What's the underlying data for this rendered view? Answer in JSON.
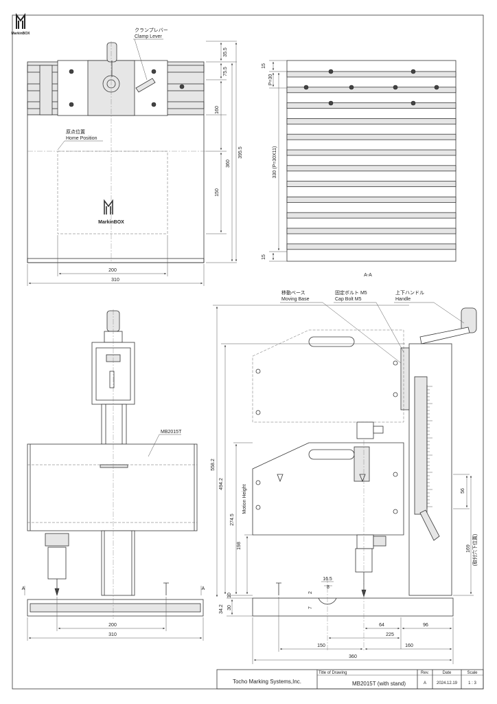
{
  "logo": {
    "brand": "MarkinBOX"
  },
  "top_view": {
    "clamp_lever_jp": "クランプレバー",
    "clamp_lever_en": "Clamp Lever",
    "home_jp": "原点位置",
    "home_en": "Home Position",
    "plate_logo": "MarkinBOX",
    "dims": {
      "d35_5": "35.5",
      "d75_5": "75.5",
      "d160": "160",
      "d360": "360",
      "d395_5": "395.5",
      "d150": "150",
      "d200": "200",
      "d310": "310"
    }
  },
  "section_view": {
    "dims": {
      "d15a": "15",
      "p30": "P=30",
      "d330": "330 (P=30X11)",
      "d15b": "15"
    },
    "caption": "A-A"
  },
  "front_view": {
    "model_label": "MB2015T",
    "section_mark": "A",
    "dims": {
      "d200": "200",
      "d310": "310"
    }
  },
  "side_view": {
    "moving_base_jp": "移動ベース",
    "moving_base_en": "Moving Base",
    "cap_bolt_jp": "固定ボルト M5",
    "cap_bolt_en": "Cap Bolt M5",
    "handle_jp": "上下ハンドル",
    "handle_en": "Handle",
    "motion_height": "Motion Height",
    "mount_note": "(取付穴下位置)",
    "dims": {
      "d558_2": "558.2",
      "d494_2": "494.2",
      "d274_5": "274.5",
      "d198": "198",
      "d10": "10",
      "d34_2": "34.2",
      "d30": "30",
      "d16_5": "16.5",
      "d8": "8",
      "d2": "2",
      "d7": "7",
      "d56": "56",
      "d169": "169",
      "d64": "64",
      "d96": "96",
      "d225": "225",
      "d150": "150",
      "d160": "160",
      "d360": "360"
    }
  },
  "title_block": {
    "company": "Tocho Marking Systems,Inc.",
    "title_of_drawing_label": "Title of Drawing",
    "title": "MB2015T (with stand)",
    "rev_label": "Rev.",
    "rev": "A",
    "date_label": "Date",
    "date": "2024.12.19",
    "scale_label": "Scale",
    "scale": "1 : 3"
  }
}
